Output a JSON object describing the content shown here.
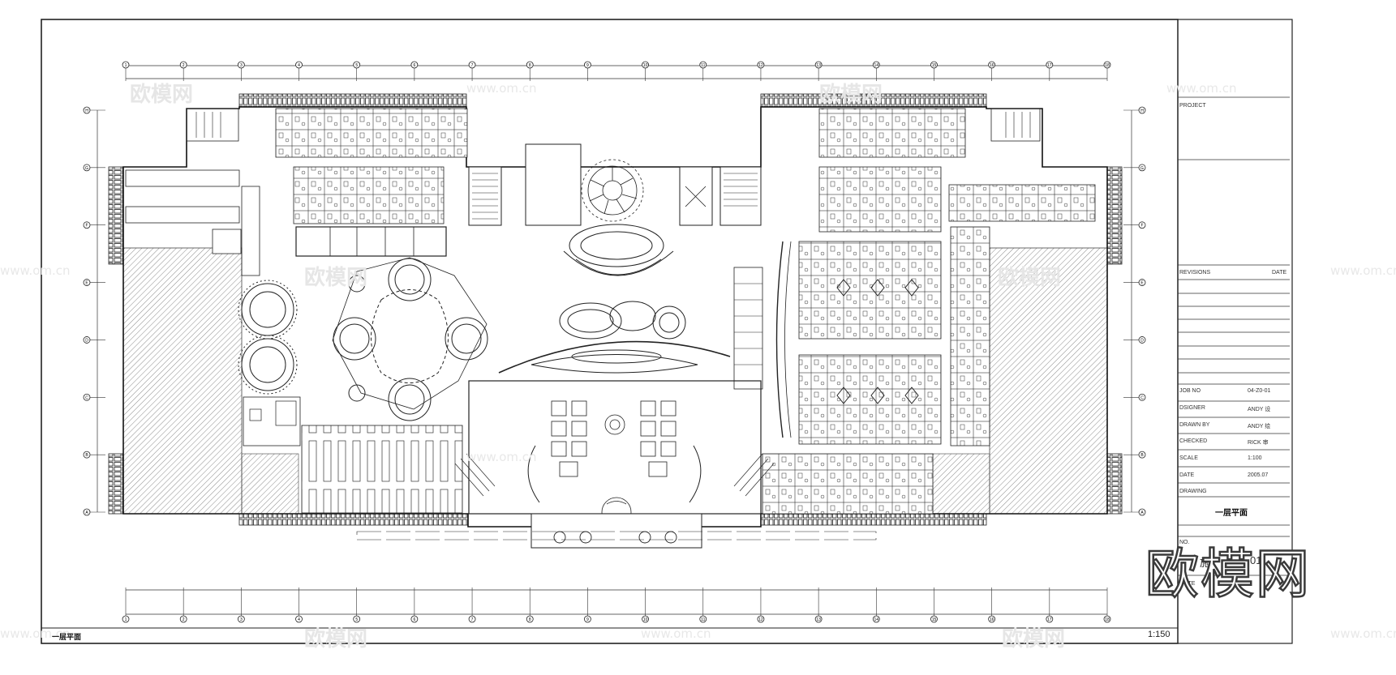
{
  "title_block": {
    "project_label": "PROJECT",
    "revisions_label": "REVISIONS",
    "date_col_label": "DATE",
    "fields": [
      {
        "label": "JOB NO",
        "value": "04-Z0-01"
      },
      {
        "label": "DSIGNER",
        "value": "ANDY 设"
      },
      {
        "label": "DRAWN BY",
        "value": "ANDY 绘"
      },
      {
        "label": "CHECKED",
        "value": "RICK 审"
      },
      {
        "label": "SCALE",
        "value": "1:100"
      },
      {
        "label": "DATE",
        "value": "2005.07"
      }
    ],
    "drawing_label": "DRAWING",
    "drawing_title": "一层平面",
    "note_label": "NOTE",
    "obscured_text_1": "NO.",
    "obscured_text_2": "施",
    "obscured_text_3": "01"
  },
  "plan_label": "一层平面",
  "scale_label": "1:150",
  "watermark": {
    "logo": "欧模网",
    "url": "www.om.cn"
  },
  "grid": {
    "top_axis": [
      "1",
      "2",
      "3",
      "4",
      "5",
      "6",
      "7",
      "8",
      "9",
      "10",
      "11",
      "12",
      "13",
      "14",
      "15",
      "16",
      "17",
      "18"
    ],
    "side_axis": [
      "H",
      "G",
      "F",
      "E",
      "D",
      "C",
      "B",
      "A"
    ]
  },
  "colors": {
    "line": "#222222",
    "hatch": "#9a9a9a",
    "watermark": "#e6e6e6",
    "background": "#ffffff"
  }
}
